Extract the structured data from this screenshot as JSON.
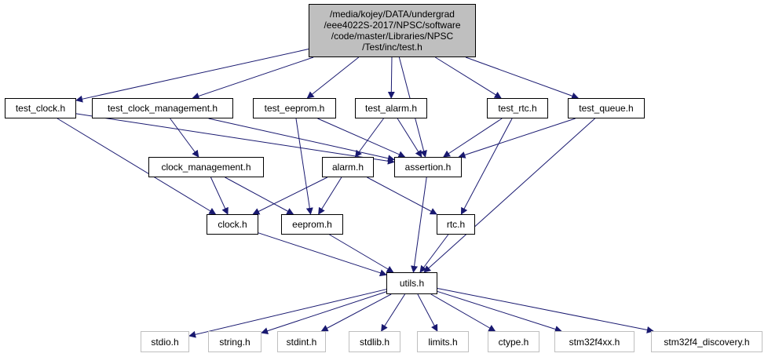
{
  "root": {
    "lines": [
      "/media/kojey/DATA/undergrad",
      "/eee4022S-2017/NPSC/software",
      "/code/master/Libraries/NPSC",
      "/Test/inc/test.h"
    ]
  },
  "nodes": {
    "test_clock": "test_clock.h",
    "test_clock_management": "test_clock_management.h",
    "test_eeprom": "test_eeprom.h",
    "test_alarm": "test_alarm.h",
    "test_rtc": "test_rtc.h",
    "test_queue": "test_queue.h",
    "clock_management": "clock_management.h",
    "alarm": "alarm.h",
    "assertion": "assertion.h",
    "clock": "clock.h",
    "eeprom": "eeprom.h",
    "rtc": "rtc.h",
    "utils": "utils.h",
    "stdio": "stdio.h",
    "string": "string.h",
    "stdint": "stdint.h",
    "stdlib": "stdlib.h",
    "limits": "limits.h",
    "ctype": "ctype.h",
    "stm32f4xx": "stm32f4xx.h",
    "stm32f4_discovery": "stm32f4_discovery.h"
  },
  "colors": {
    "edge": "#191970",
    "root_fill": "#bfbfbf",
    "node_border": "#000000",
    "external_border": "#bfbfbf",
    "background": "#ffffff"
  },
  "edges": [
    [
      "root",
      "test_clock"
    ],
    [
      "root",
      "test_clock_management"
    ],
    [
      "root",
      "test_eeprom"
    ],
    [
      "root",
      "test_alarm"
    ],
    [
      "root",
      "assertion"
    ],
    [
      "root",
      "test_rtc"
    ],
    [
      "root",
      "test_queue"
    ],
    [
      "test_clock",
      "assertion"
    ],
    [
      "test_clock",
      "clock"
    ],
    [
      "test_clock_management",
      "clock_management"
    ],
    [
      "test_clock_management",
      "assertion"
    ],
    [
      "test_eeprom",
      "assertion"
    ],
    [
      "test_eeprom",
      "eeprom"
    ],
    [
      "test_alarm",
      "alarm"
    ],
    [
      "test_alarm",
      "assertion"
    ],
    [
      "test_rtc",
      "assertion"
    ],
    [
      "test_rtc",
      "rtc"
    ],
    [
      "test_queue",
      "assertion"
    ],
    [
      "test_queue",
      "utils"
    ],
    [
      "clock_management",
      "clock"
    ],
    [
      "clock_management",
      "eeprom"
    ],
    [
      "alarm",
      "clock"
    ],
    [
      "alarm",
      "eeprom"
    ],
    [
      "alarm",
      "rtc"
    ],
    [
      "assertion",
      "utils"
    ],
    [
      "clock",
      "utils"
    ],
    [
      "eeprom",
      "utils"
    ],
    [
      "rtc",
      "utils"
    ],
    [
      "utils",
      "stdio"
    ],
    [
      "utils",
      "string"
    ],
    [
      "utils",
      "stdint"
    ],
    [
      "utils",
      "stdlib"
    ],
    [
      "utils",
      "limits"
    ],
    [
      "utils",
      "ctype"
    ],
    [
      "utils",
      "stm32f4xx"
    ],
    [
      "utils",
      "stm32f4_discovery"
    ]
  ]
}
